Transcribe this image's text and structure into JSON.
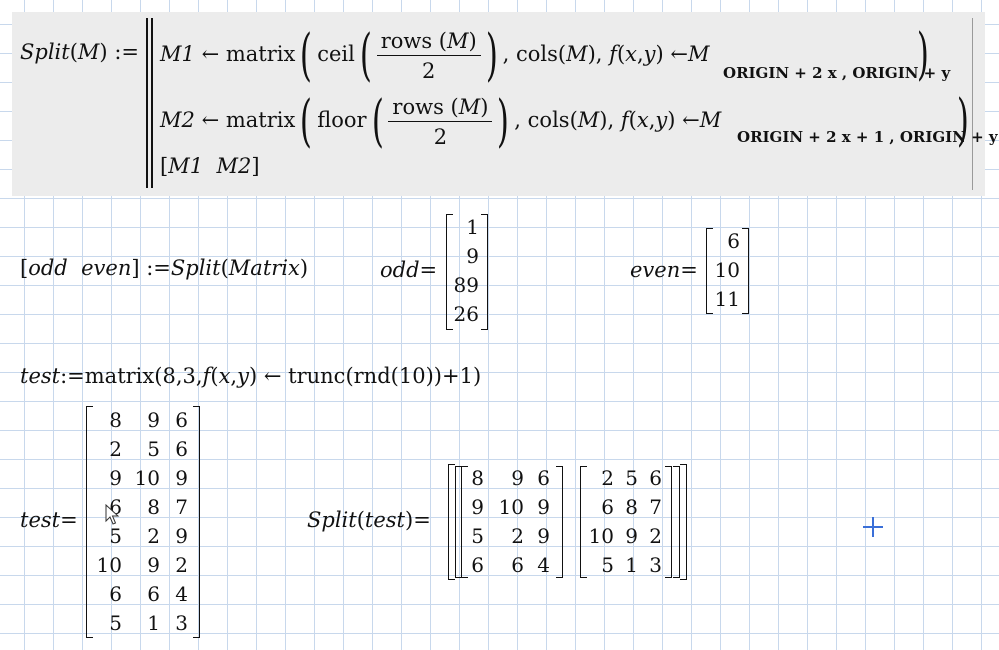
{
  "split_def": {
    "lhs": "Split",
    "arg": "M",
    "assign": ":=",
    "line1": {
      "var": "M1",
      "arrow": "←",
      "fn": "matrix",
      "round_fn": "ceil",
      "rows_fn": "rows",
      "divisor": "2",
      "cols_fn": "cols",
      "sep": ",",
      "f": "f",
      "x": "x",
      "y": "y",
      "M": "M",
      "subscript": "ORIGIN + 2 x , ORIGIN + y"
    },
    "line2": {
      "var": "M2",
      "arrow": "←",
      "fn": "matrix",
      "round_fn": "floor",
      "rows_fn": "rows",
      "divisor": "2",
      "cols_fn": "cols",
      "sep": ",",
      "f": "f",
      "x": "x",
      "y": "y",
      "M": "M",
      "subscript": "ORIGIN + 2 x + 1 , ORIGIN + y"
    },
    "line3": {
      "m1": "M1",
      "m2": "M2"
    }
  },
  "split_call": {
    "odd": "odd",
    "even": "even",
    "assign": ":=",
    "fn": "Split",
    "arg": "Matrix"
  },
  "odd_result": {
    "label": "odd",
    "eq": "=",
    "values": [
      "1",
      "9",
      "89",
      "26"
    ]
  },
  "even_result": {
    "label": "even",
    "eq": "=",
    "values": [
      "6",
      "10",
      "11"
    ]
  },
  "test_def": {
    "var": "test",
    "assign": ":=",
    "fn": "matrix",
    "rows": "8",
    "cols": "3",
    "sep": ",",
    "f": "f",
    "x": "x",
    "y": "y",
    "arrow": "←",
    "trunc": "trunc",
    "rnd": "rnd",
    "rnd_arg": "10",
    "plus": "+",
    "one": "1"
  },
  "test_result": {
    "label": "test",
    "eq": "=",
    "rows": [
      [
        "8",
        "9",
        "6"
      ],
      [
        "2",
        "5",
        "6"
      ],
      [
        "9",
        "10",
        "9"
      ],
      [
        "6",
        "8",
        "7"
      ],
      [
        "5",
        "2",
        "9"
      ],
      [
        "10",
        "9",
        "2"
      ],
      [
        "6",
        "6",
        "4"
      ],
      [
        "5",
        "1",
        "3"
      ]
    ]
  },
  "split_test_result": {
    "fn": "Split",
    "arg": "test",
    "eq": "=",
    "m1": [
      [
        "8",
        "9",
        "6"
      ],
      [
        "9",
        "10",
        "9"
      ],
      [
        "5",
        "2",
        "9"
      ],
      [
        "6",
        "6",
        "4"
      ]
    ],
    "m2": [
      [
        "2",
        "5",
        "6"
      ],
      [
        "6",
        "8",
        "7"
      ],
      [
        "10",
        "9",
        "2"
      ],
      [
        "5",
        "1",
        "3"
      ]
    ]
  },
  "icons": {
    "cursor": "crosshair-cursor-icon",
    "pointer": "mouse-pointer-icon"
  },
  "colors": {
    "grid": "#c8d8ec",
    "region_bg": "#ececec",
    "cursor_blue": "#3a6fd8"
  }
}
